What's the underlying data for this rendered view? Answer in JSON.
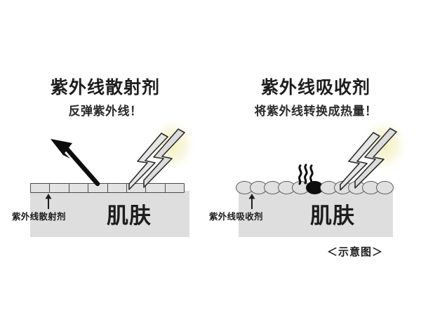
{
  "figure": {
    "caption": "＜示意图＞",
    "background_color": "#ffffff"
  },
  "panels": [
    {
      "id": "scatter",
      "title": "紫外线散射剂",
      "subtitle": "反弹紫外线！",
      "agent_label": "紫外线散射剂",
      "skin_label": "肌肤",
      "agent_shape": "square",
      "agent_count": 8,
      "mechanism_icon": "reflection-arrow-icon",
      "uv_icon": "lightning-bolt-icon"
    },
    {
      "id": "absorb",
      "title": "紫外线吸收剂",
      "subtitle": "将紫外线转换成热量！",
      "agent_label": "紫外线吸收剂",
      "skin_label": "肌肤",
      "agent_shape": "oval",
      "agent_count": 11,
      "highlighted_index": 5,
      "mechanism_icon": "heat-waves-icon",
      "uv_icon": "lightning-bolt-icon"
    }
  ],
  "colors": {
    "skin_block": "#dedede",
    "agent_fill": "#e0e0e0",
    "agent_outline": "#5a5a5a",
    "agent_highlight": "#0d0d0d",
    "bolt_fill": "#dcdcdc",
    "bolt_outline": "#2b2b2b",
    "bolt_glow": "#f2efb9",
    "arrow": "#0d0d0d",
    "text": "#1d1d1d"
  }
}
